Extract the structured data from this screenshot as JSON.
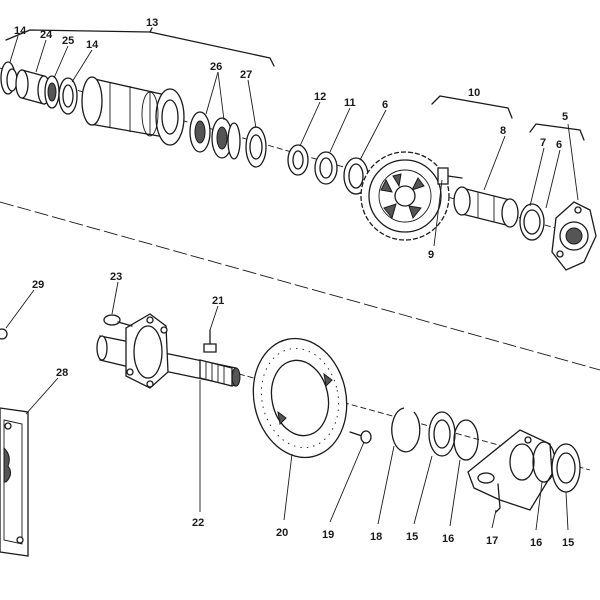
{
  "diagram": {
    "callouts": [
      {
        "id": "c13",
        "text": "13"
      },
      {
        "id": "c14a",
        "text": "14"
      },
      {
        "id": "c24",
        "text": "24"
      },
      {
        "id": "c25",
        "text": "25"
      },
      {
        "id": "c14b",
        "text": "14"
      },
      {
        "id": "c26",
        "text": "26"
      },
      {
        "id": "c27",
        "text": "27"
      },
      {
        "id": "c12",
        "text": "12"
      },
      {
        "id": "c11",
        "text": "11"
      },
      {
        "id": "c6a",
        "text": "6"
      },
      {
        "id": "c10",
        "text": "10"
      },
      {
        "id": "c8",
        "text": "8"
      },
      {
        "id": "c7",
        "text": "7"
      },
      {
        "id": "c6b",
        "text": "6"
      },
      {
        "id": "c5",
        "text": "5"
      },
      {
        "id": "c9",
        "text": "9"
      },
      {
        "id": "c29",
        "text": "29"
      },
      {
        "id": "c23",
        "text": "23"
      },
      {
        "id": "c21",
        "text": "21"
      },
      {
        "id": "c28",
        "text": "28"
      },
      {
        "id": "c22",
        "text": "22"
      },
      {
        "id": "c20",
        "text": "20"
      },
      {
        "id": "c19",
        "text": "19"
      },
      {
        "id": "c18",
        "text": "18"
      },
      {
        "id": "c15a",
        "text": "15"
      },
      {
        "id": "c16a",
        "text": "16"
      },
      {
        "id": "c17",
        "text": "17"
      },
      {
        "id": "c16b",
        "text": "16"
      },
      {
        "id": "c15b",
        "text": "15"
      }
    ]
  }
}
